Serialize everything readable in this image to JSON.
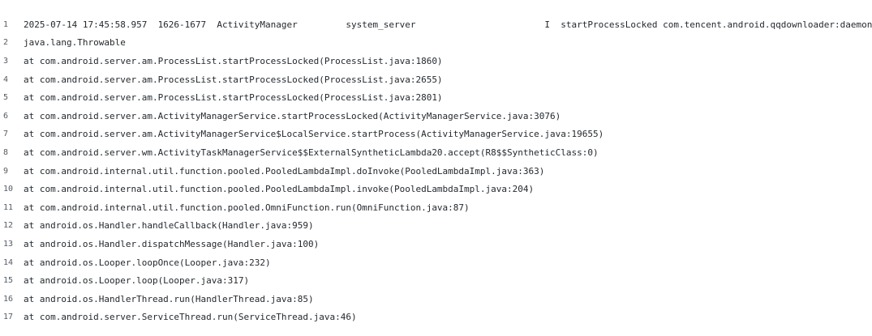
{
  "log": {
    "lines": [
      {
        "num": "1",
        "text": "2025-07-14 17:45:58.957  1626-1677  ActivityManager         system_server                        I  startProcessLocked com.tencent.android.qqdownloader:daemon"
      },
      {
        "num": "2",
        "text": "java.lang.Throwable"
      },
      {
        "num": "3",
        "text": "at com.android.server.am.ProcessList.startProcessLocked(ProcessList.java:1860)"
      },
      {
        "num": "4",
        "text": "at com.android.server.am.ProcessList.startProcessLocked(ProcessList.java:2655)"
      },
      {
        "num": "5",
        "text": "at com.android.server.am.ProcessList.startProcessLocked(ProcessList.java:2801)"
      },
      {
        "num": "6",
        "text": "at com.android.server.am.ActivityManagerService.startProcessLocked(ActivityManagerService.java:3076)"
      },
      {
        "num": "7",
        "text": "at com.android.server.am.ActivityManagerService$LocalService.startProcess(ActivityManagerService.java:19655)"
      },
      {
        "num": "8",
        "text": "at com.android.server.wm.ActivityTaskManagerService$$ExternalSyntheticLambda20.accept(R8$$SyntheticClass:0)"
      },
      {
        "num": "9",
        "text": "at com.android.internal.util.function.pooled.PooledLambdaImpl.doInvoke(PooledLambdaImpl.java:363)"
      },
      {
        "num": "10",
        "text": "at com.android.internal.util.function.pooled.PooledLambdaImpl.invoke(PooledLambdaImpl.java:204)"
      },
      {
        "num": "11",
        "text": "at com.android.internal.util.function.pooled.OmniFunction.run(OmniFunction.java:87)"
      },
      {
        "num": "12",
        "text": "at android.os.Handler.handleCallback(Handler.java:959)"
      },
      {
        "num": "13",
        "text": "at android.os.Handler.dispatchMessage(Handler.java:100)"
      },
      {
        "num": "14",
        "text": "at android.os.Looper.loopOnce(Looper.java:232)"
      },
      {
        "num": "15",
        "text": "at android.os.Looper.loop(Looper.java:317)"
      },
      {
        "num": "16",
        "text": "at android.os.HandlerThread.run(HandlerThread.java:85)"
      },
      {
        "num": "17",
        "text": "at com.android.server.ServiceThread.run(ServiceThread.java:46)"
      }
    ]
  }
}
